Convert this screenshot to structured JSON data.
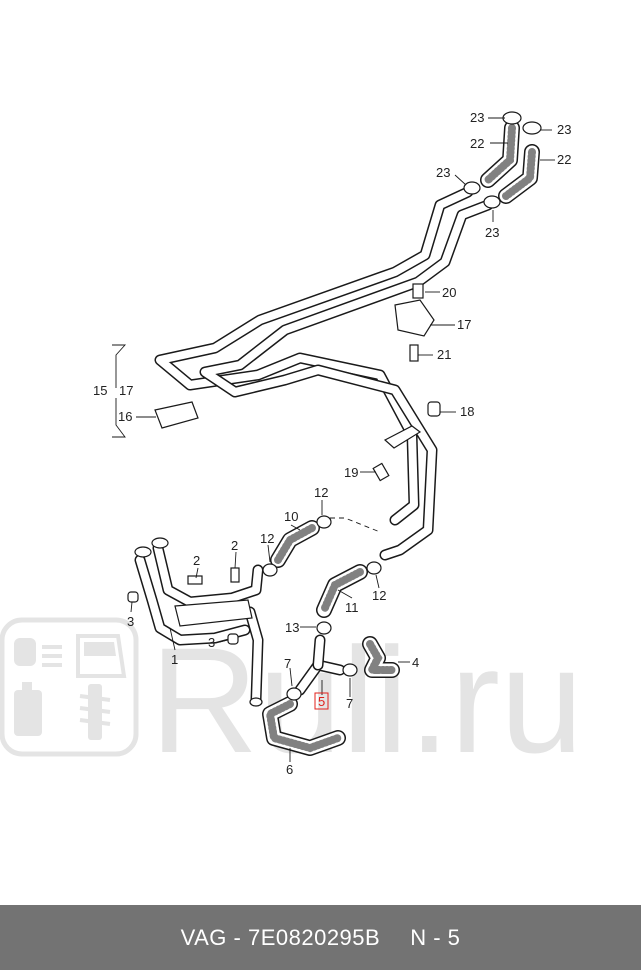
{
  "callouts": {
    "c1": "1",
    "c2a": "2",
    "c2b": "2",
    "c3a": "3",
    "c3b": "3",
    "c4": "4",
    "c5": "5",
    "c6": "6",
    "c7a": "7",
    "c7b": "7",
    "c10": "10",
    "c11": "11",
    "c12a": "12",
    "c12b": "12",
    "c12c": "12",
    "c13": "13",
    "c15": "15",
    "c16": "16",
    "c17a": "17",
    "c17b": "17",
    "c18": "18",
    "c19": "19",
    "c20": "20",
    "c21": "21",
    "c22a": "22",
    "c22b": "22",
    "c23a": "23",
    "c23b": "23",
    "c23c": "23",
    "c23d": "23"
  },
  "watermark": {
    "text": "Ruli.ru",
    "color": "#e4e4e4",
    "icons": [
      "engine-icon",
      "car-door-icon",
      "oil-bottle-icon",
      "shock-absorber-icon"
    ]
  },
  "footer": {
    "part_label": "VAG - 7E0820295B",
    "position_label": "N - 5",
    "background": "#737373"
  },
  "highlight_color": "#e0201b"
}
